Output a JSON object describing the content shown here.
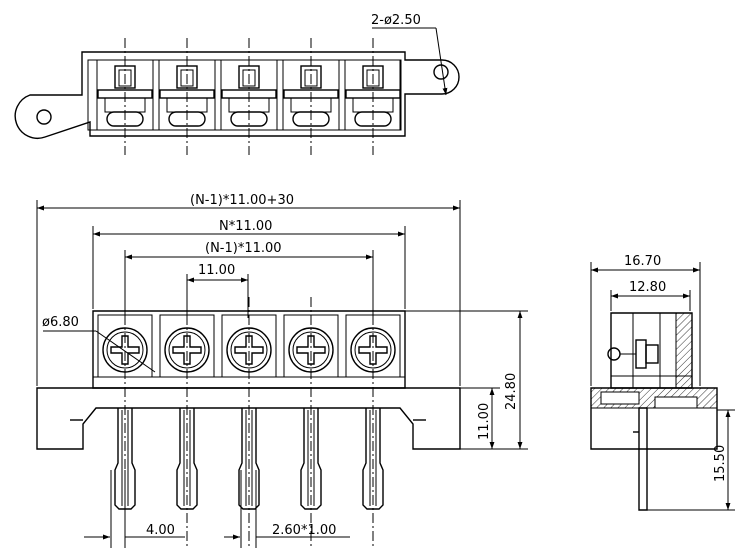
{
  "labels": {
    "hole": "2-ø2.50",
    "total_length": "(N-1)*11.00+30",
    "body_length": "N*11.00",
    "pitch_span": "(N-1)*11.00",
    "pitch": "11.00",
    "screw_dia": "ø6.80",
    "pin_offset": "4.00",
    "pin_size": "2.60*1.00",
    "height_base": "11.00",
    "height_total": "24.80",
    "depth_total": "16.70",
    "depth_body": "12.80",
    "pin_length": "15.50"
  }
}
